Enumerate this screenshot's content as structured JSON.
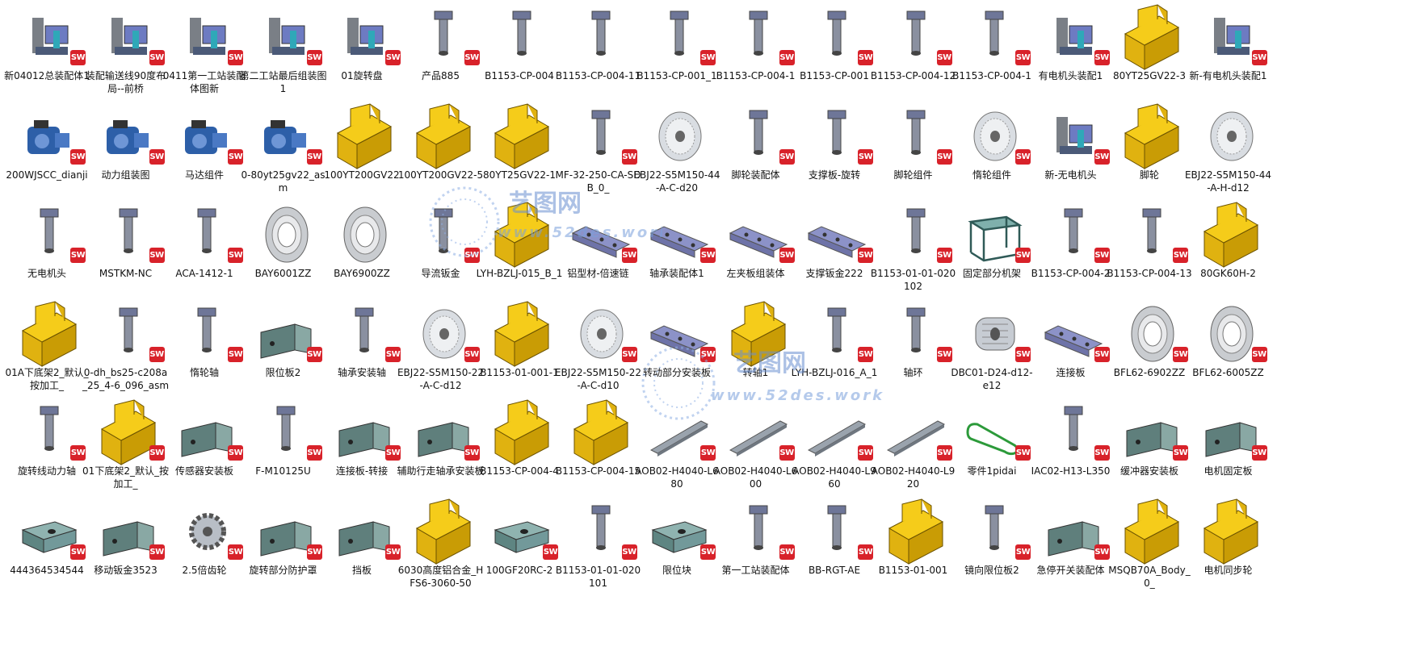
{
  "items": [
    {
      "label": "新04012总装配体1",
      "icon": "assembly-icon",
      "sw": true
    },
    {
      "label": "装配输送线90度布局--前桥",
      "icon": "assembly-icon",
      "sw": true
    },
    {
      "label": "0411第一工站装配体图新",
      "icon": "assembly-icon",
      "sw": true
    },
    {
      "label": "第二工站最后组装图1",
      "icon": "assembly-icon",
      "sw": true
    },
    {
      "label": "01旋转盘",
      "icon": "assembly-icon",
      "sw": true
    },
    {
      "label": "产品885",
      "icon": "part-icon",
      "sw": true
    },
    {
      "label": "B1153-CP-004",
      "icon": "part-icon",
      "sw": false
    },
    {
      "label": "B1153-CP-004-11",
      "icon": "part-icon",
      "sw": false
    },
    {
      "label": "B1153-CP-001_1",
      "icon": "part-icon",
      "sw": true
    },
    {
      "label": "B1153-CP-004-1",
      "icon": "part-icon",
      "sw": true
    },
    {
      "label": "B1153-CP-001",
      "icon": "part-icon",
      "sw": true
    },
    {
      "label": "B1153-CP-004-12",
      "icon": "part-icon",
      "sw": true
    },
    {
      "label": "B1153-CP-004-1",
      "icon": "part-icon",
      "sw": true
    },
    {
      "label": "有电机头装配1",
      "icon": "assembly-icon",
      "sw": true
    },
    {
      "label": "80YT25GV22-3",
      "icon": "placeholder-part-icon",
      "sw": false
    },
    {
      "label": "新-有电机头装配1",
      "icon": "assembly-icon",
      "sw": true
    },
    {
      "label": "200WJSCC_dianji",
      "icon": "motor-icon",
      "sw": true
    },
    {
      "label": "动力组装图",
      "icon": "motor-icon",
      "sw": true
    },
    {
      "label": "马达组件",
      "icon": "motor-icon",
      "sw": true
    },
    {
      "label": "0-80yt25gv22_asm",
      "icon": "motor-icon",
      "sw": true
    },
    {
      "label": "100YT200GV22",
      "icon": "placeholder-part-icon",
      "sw": false
    },
    {
      "label": "100YT200GV22-5",
      "icon": "placeholder-part-icon",
      "sw": false
    },
    {
      "label": "80YT25GV22-1",
      "icon": "placeholder-part-icon",
      "sw": false
    },
    {
      "label": "MF-32-250-CA-SDB_0_",
      "icon": "part-icon",
      "sw": true
    },
    {
      "label": "EBJ22-S5M150-44-A-C-d20",
      "icon": "pulley-icon",
      "sw": false
    },
    {
      "label": "脚轮装配体",
      "icon": "part-icon",
      "sw": true
    },
    {
      "label": "支撑板-旋转",
      "icon": "part-icon",
      "sw": true
    },
    {
      "label": "脚轮组件",
      "icon": "part-icon",
      "sw": true
    },
    {
      "label": "惰轮组件",
      "icon": "pulley-icon",
      "sw": true
    },
    {
      "label": "新-无电机头",
      "icon": "assembly-icon",
      "sw": true
    },
    {
      "label": "脚轮",
      "icon": "placeholder-part-icon",
      "sw": false
    },
    {
      "label": "EBJ22-S5M150-44-A-H-d12",
      "icon": "pulley-icon",
      "sw": false
    },
    {
      "label": "无电机头",
      "icon": "part-icon",
      "sw": true
    },
    {
      "label": "MSTKM-NC",
      "icon": "part-icon",
      "sw": true
    },
    {
      "label": "ACA-1412-1",
      "icon": "part-icon",
      "sw": true
    },
    {
      "label": "BAY6001ZZ",
      "icon": "bearing-icon",
      "sw": false
    },
    {
      "label": "BAY6900ZZ",
      "icon": "bearing-icon",
      "sw": false
    },
    {
      "label": "导流钣金",
      "icon": "part-icon",
      "sw": true
    },
    {
      "label": "LYH-BZLJ-015_B_1",
      "icon": "placeholder-part-icon",
      "sw": false
    },
    {
      "label": "铝型材-倍速链",
      "icon": "bar-icon",
      "sw": true
    },
    {
      "label": "轴承装配体1",
      "icon": "bar-icon",
      "sw": true
    },
    {
      "label": "左夹板组装体",
      "icon": "bar-icon",
      "sw": true
    },
    {
      "label": "支撑钣金222",
      "icon": "bar-icon",
      "sw": true
    },
    {
      "label": "B1153-01-01-020102",
      "icon": "part-icon",
      "sw": true
    },
    {
      "label": "固定部分机架",
      "icon": "frame-icon",
      "sw": true
    },
    {
      "label": "B1153-CP-004-2",
      "icon": "part-icon",
      "sw": true
    },
    {
      "label": "B1153-CP-004-13",
      "icon": "part-icon",
      "sw": true
    },
    {
      "label": "80GK60H-2",
      "icon": "placeholder-part-icon",
      "sw": false
    },
    {
      "label": "01A下底架2_默认_按加工_",
      "icon": "placeholder-part-icon",
      "sw": false
    },
    {
      "label": "0-dh_bs25-c208a_25_4-6_096_asm",
      "icon": "part-icon",
      "sw": true
    },
    {
      "label": "惰轮轴",
      "icon": "part-icon",
      "sw": true
    },
    {
      "label": "限位板2",
      "icon": "bracket-icon",
      "sw": true
    },
    {
      "label": "轴承安装轴",
      "icon": "part-icon",
      "sw": true
    },
    {
      "label": "EBJ22-S5M150-22-A-C-d12",
      "icon": "pulley-icon",
      "sw": true
    },
    {
      "label": "B1153-01-001-1",
      "icon": "placeholder-part-icon",
      "sw": false
    },
    {
      "label": "EBJ22-S5M150-22-A-C-d10",
      "icon": "pulley-icon",
      "sw": true
    },
    {
      "label": "转动部分安装板",
      "icon": "bar-icon",
      "sw": true
    },
    {
      "label": "转轴1",
      "icon": "placeholder-part-icon",
      "sw": false
    },
    {
      "label": "LYH-BZLJ-016_A_1",
      "icon": "part-icon",
      "sw": true
    },
    {
      "label": "轴环",
      "icon": "part-icon",
      "sw": true
    },
    {
      "label": "DBC01-D24-d12-e12",
      "icon": "coupling-icon",
      "sw": true
    },
    {
      "label": "连接板",
      "icon": "bar-icon",
      "sw": true
    },
    {
      "label": "BFL62-6902ZZ",
      "icon": "bearing-icon",
      "sw": true
    },
    {
      "label": "BFL62-6005ZZ",
      "icon": "bearing-icon",
      "sw": true
    },
    {
      "label": "旋转线动力轴",
      "icon": "part-icon",
      "sw": true
    },
    {
      "label": "01下底架2_默认_按加工_",
      "icon": "placeholder-part-icon",
      "sw": true
    },
    {
      "label": "传感器安装板",
      "icon": "bracket-icon",
      "sw": true
    },
    {
      "label": "F-M10125U",
      "icon": "part-icon",
      "sw": true
    },
    {
      "label": "连接板-转接",
      "icon": "bracket-icon",
      "sw": true
    },
    {
      "label": "辅助行走轴承安装板",
      "icon": "bracket-icon",
      "sw": true
    },
    {
      "label": "B1153-CP-004-4",
      "icon": "placeholder-part-icon",
      "sw": false
    },
    {
      "label": "B1153-CP-004-15",
      "icon": "placeholder-part-icon",
      "sw": false
    },
    {
      "label": "AOB02-H4040-L680",
      "icon": "profile-icon",
      "sw": true
    },
    {
      "label": "AOB02-H4040-L600",
      "icon": "profile-icon",
      "sw": true
    },
    {
      "label": "AOB02-H4040-L960",
      "icon": "profile-icon",
      "sw": true
    },
    {
      "label": "AOB02-H4040-L920",
      "icon": "profile-icon",
      "sw": true
    },
    {
      "label": "零件1pidai",
      "icon": "belt-icon",
      "sw": true
    },
    {
      "label": "IAC02-H13-L350",
      "icon": "part-icon",
      "sw": true
    },
    {
      "label": "缓冲器安装板",
      "icon": "bracket-icon",
      "sw": true
    },
    {
      "label": "电机固定板",
      "icon": "bracket-icon",
      "sw": true
    },
    {
      "label": "444364534544",
      "icon": "block-icon",
      "sw": true
    },
    {
      "label": "移动钣金3523",
      "icon": "bracket-icon",
      "sw": true
    },
    {
      "label": "2.5倍齿轮",
      "icon": "gear-icon",
      "sw": true
    },
    {
      "label": "旋转部分防护罩",
      "icon": "bracket-icon",
      "sw": true
    },
    {
      "label": "挡板",
      "icon": "bracket-icon",
      "sw": true
    },
    {
      "label": "6030高度铝合金_HFS6-3060-50",
      "icon": "placeholder-part-icon",
      "sw": false
    },
    {
      "label": "100GF20RC-2",
      "icon": "block-icon",
      "sw": true
    },
    {
      "label": "B1153-01-01-020101",
      "icon": "part-icon",
      "sw": true
    },
    {
      "label": "限位块",
      "icon": "block-icon",
      "sw": true
    },
    {
      "label": "第一工站装配体",
      "icon": "part-icon",
      "sw": true
    },
    {
      "label": "BB-RGT-AE",
      "icon": "part-icon",
      "sw": true
    },
    {
      "label": "B1153-01-001",
      "icon": "placeholder-part-icon",
      "sw": false
    },
    {
      "label": "镜向限位板2",
      "icon": "part-icon",
      "sw": true
    },
    {
      "label": "急停开关装配体",
      "icon": "bracket-icon",
      "sw": true
    },
    {
      "label": "MSQB70A_Body_0_",
      "icon": "placeholder-part-icon",
      "sw": false
    },
    {
      "label": "电机同步轮",
      "icon": "placeholder-part-icon",
      "sw": false
    }
  ],
  "sw_badge": "SW",
  "watermark": {
    "brand": "艺图网",
    "url": "www.52des.work"
  },
  "colors": {
    "placeholder_fill": "#f5cc1a",
    "placeholder_stroke": "#6b5200",
    "sw_badge": "#d8222a",
    "metal": "#9aa3ad",
    "blue_motor": "#2d5fa8",
    "teal_motor": "#2fa8b8"
  }
}
